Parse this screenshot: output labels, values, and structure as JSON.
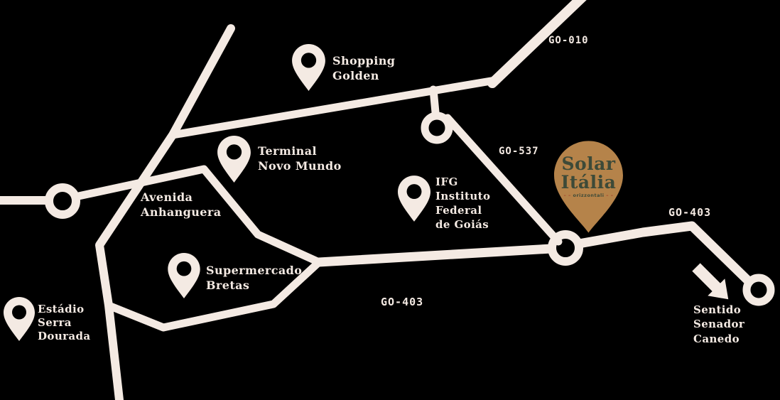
{
  "colors": {
    "background": "#000000",
    "road_cream": "#f4eae3",
    "brand_pin": "#b5834a",
    "brand_text_green": "#3d4a38",
    "tagline_dash_red": "#a33d2a"
  },
  "brand_pin": {
    "line1": "Solar",
    "line2": "Itália",
    "tagline": "orizzontali",
    "tagline_left": "– –",
    "tagline_right": "– –"
  },
  "places": {
    "shopping_golden": {
      "label": "Shopping\nGolden"
    },
    "terminal_novo_mundo": {
      "label": "Terminal\nNovo Mundo"
    },
    "ifg": {
      "label": "IFG\nInstituto\nFederal\nde Goiás"
    },
    "supermercado_bretas": {
      "label": "Supermercado\nBretas"
    },
    "estadio_serra_dourada": {
      "label": "Estádio\nSerra\nDourada"
    }
  },
  "road_labels": {
    "go010": "GO-010",
    "go537": "GO-537",
    "go403_east": "GO-403",
    "go403_south": "GO-403",
    "avenida_anhanguera": "Avenida\nAnhanguera",
    "sentido": "Sentido\nSenador\nCanedo"
  }
}
